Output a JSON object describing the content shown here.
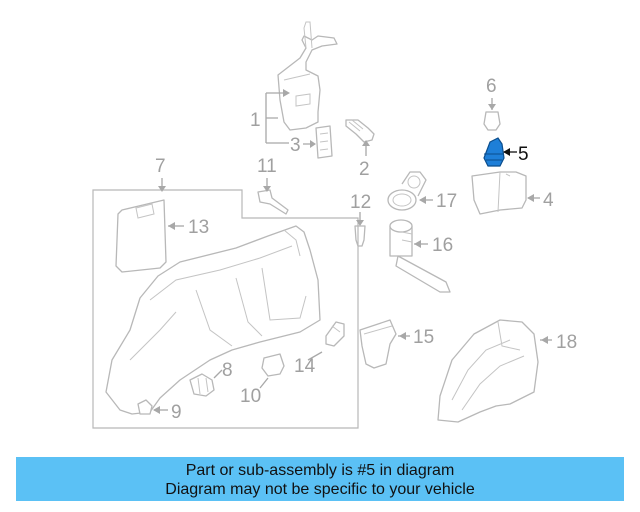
{
  "diagram": {
    "callouts": [
      "1",
      "2",
      "3",
      "4",
      "5",
      "6",
      "7",
      "8",
      "9",
      "10",
      "11",
      "12",
      "13",
      "14",
      "15",
      "16",
      "17",
      "18"
    ],
    "highlighted": "5",
    "highlight_color": "#1e7fd8",
    "line_color": "#b8b8b8"
  },
  "banner": {
    "line1": "Part or sub-assembly is #5 in diagram",
    "line2": "Diagram may not be specific to your vehicle",
    "background": "#5bc1f5"
  }
}
